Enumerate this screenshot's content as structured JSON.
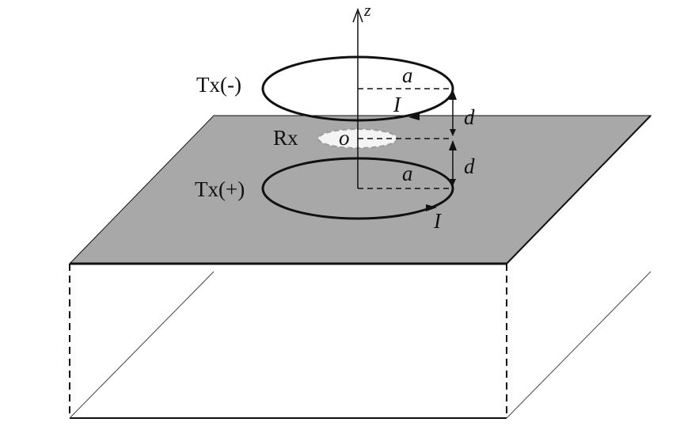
{
  "labels": {
    "z": "z",
    "tx_minus": "Tx(-)",
    "tx_plus": "Tx(+)",
    "rx": "Rx",
    "origin": "o",
    "radius_top": "a",
    "radius_bottom": "a",
    "current_top": "I",
    "current_bottom": "I",
    "distance_top": "d",
    "distance_bottom": "d"
  },
  "colors": {
    "surface": "#a8a8a8",
    "line": "#111111",
    "rx_fill": "#f4f4f4",
    "rx_stroke": "#9a9a9a",
    "background": "#ffffff"
  }
}
